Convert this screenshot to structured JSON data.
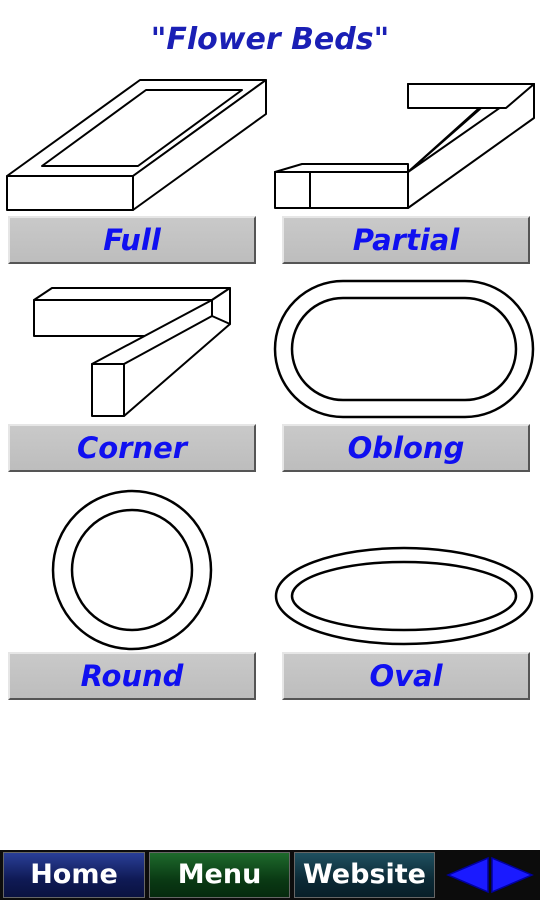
{
  "header": {
    "title": "\"Flower Beds\""
  },
  "beds": [
    {
      "label": "Full",
      "shape": "full-bed"
    },
    {
      "label": "Partial",
      "shape": "partial-bed"
    },
    {
      "label": "Corner",
      "shape": "corner-bed"
    },
    {
      "label": "Oblong",
      "shape": "oblong-bed"
    },
    {
      "label": "Round",
      "shape": "round-bed"
    },
    {
      "label": "Oval",
      "shape": "oval-bed"
    }
  ],
  "nav": {
    "home_label": "Home",
    "menu_label": "Menu",
    "website_label": "Website",
    "prev_icon": "left-arrow-icon",
    "next_icon": "right-arrow-icon"
  },
  "colors": {
    "title": "#1a1fb5",
    "label_text": "#1010f0",
    "label_bg": "#c6c6c6",
    "arrow": "#1a1aff"
  }
}
